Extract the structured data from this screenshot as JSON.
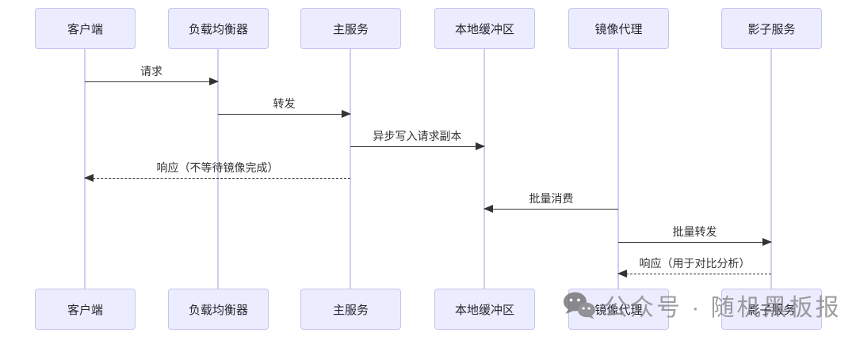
{
  "diagram": {
    "type": "sequence-diagram",
    "actors": [
      {
        "label": "客户端"
      },
      {
        "label": "负载均衡器"
      },
      {
        "label": "主服务"
      },
      {
        "label": "本地缓冲区"
      },
      {
        "label": "镜像代理"
      },
      {
        "label": "影子服务"
      }
    ],
    "messages": [
      {
        "label": "请求",
        "from": "客户端",
        "to": "负载均衡器",
        "line": "solid",
        "direction": "right"
      },
      {
        "label": "转发",
        "from": "负载均衡器",
        "to": "主服务",
        "line": "solid",
        "direction": "right"
      },
      {
        "label": "异步写入请求副本",
        "from": "主服务",
        "to": "本地缓冲区",
        "line": "solid",
        "direction": "right"
      },
      {
        "label": "响应（不等待镜像完成）",
        "from": "主服务",
        "to": "客户端",
        "line": "dashed",
        "direction": "left"
      },
      {
        "label": "批量消费",
        "from": "镜像代理",
        "to": "本地缓冲区",
        "line": "solid",
        "direction": "left"
      },
      {
        "label": "批量转发",
        "from": "镜像代理",
        "to": "影子服务",
        "line": "solid",
        "direction": "right"
      },
      {
        "label": "响应（用于对比分析）",
        "from": "影子服务",
        "to": "镜像代理",
        "line": "dashed",
        "direction": "left"
      }
    ]
  },
  "watermark": {
    "icon": "wechat-icon",
    "text": "公众号 · 随机黑板报"
  },
  "colors": {
    "actor_fill": "#ECECFF",
    "actor_border": "#C6C3F0",
    "lifeline": "#D3CDEF",
    "arrow": "#333333",
    "message_text": "#333333",
    "watermark_gray": "#838383",
    "background": "#FFFFFF"
  }
}
